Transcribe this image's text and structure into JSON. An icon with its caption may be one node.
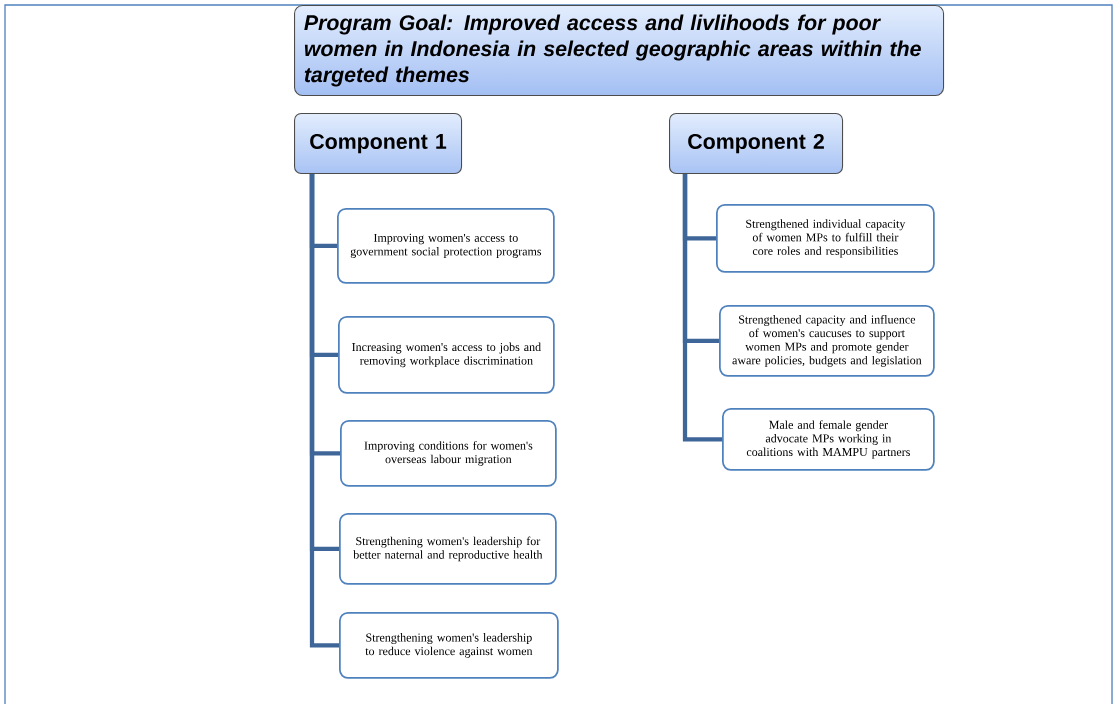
{
  "diagram": {
    "nodes": [
      {
        "text": [
          "Program Goal: Improved access and livlihoods for poor women in Indonesia in selected geographic areas within the targeted themes"
        ]
      },
      {
        "text": [
          "Component 1"
        ]
      },
      {
        "text": [
          "Component 2"
        ]
      },
      {
        "text": [
          "Improving women's access to government social protection programs"
        ]
      },
      {
        "text": [
          "Increasing women's access to jobs and removing workplace discrimination"
        ]
      },
      {
        "text": [
          "Improving conditions for women's overseas labour migration"
        ]
      },
      {
        "text": [
          "Strengthening women's leadership for better naternal and reproductive health"
        ]
      },
      {
        "text": [
          "Strengthening women's leadership to reduce violence against women"
        ]
      },
      {
        "text": [
          "Strengthened individual capacity of women MPs to fulfill their core roles and responsibilities"
        ]
      },
      {
        "text": [
          "Strengthened capacity and influence of women's caucuses to support women MPs and promote gender aware policies, budgets and legislation"
        ]
      },
      {
        "text": [
          "Male and female gender advocate MPs working in coalitions with MAMPU partners"
        ]
      }
    ],
    "edges": [
      {
        "from": 1,
        "to": 3,
        "arrow": "none"
      },
      {
        "from": 1,
        "to": 4,
        "arrow": "none"
      },
      {
        "from": 1,
        "to": 5,
        "arrow": "none"
      },
      {
        "from": 1,
        "to": 6,
        "arrow": "none"
      },
      {
        "from": 1,
        "to": 7,
        "arrow": "none"
      },
      {
        "from": 2,
        "to": 8,
        "arrow": "none"
      },
      {
        "from": 2,
        "to": 9,
        "arrow": "none"
      },
      {
        "from": 2,
        "to": 10,
        "arrow": "none"
      }
    ]
  }
}
